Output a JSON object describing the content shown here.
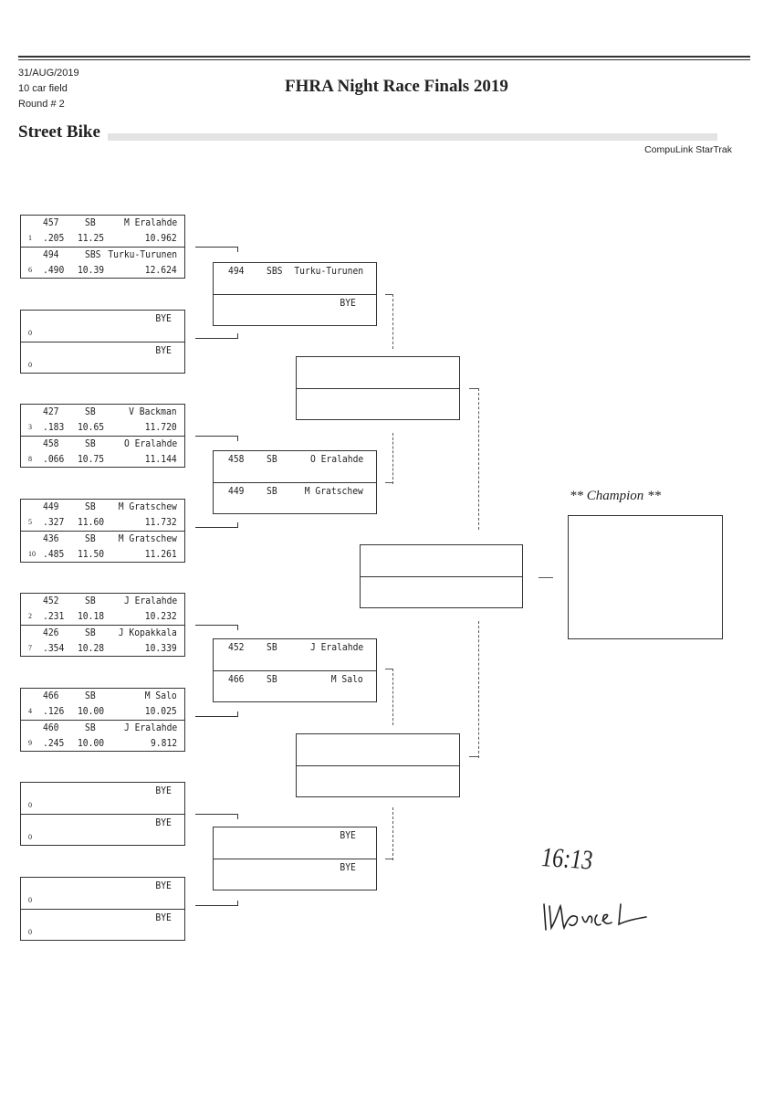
{
  "header": {
    "date": "31/AUG/2019",
    "field": "10 car field",
    "round": "Round # 2",
    "title": "FHRA Night Race Finals 2019",
    "class_name": "Street Bike",
    "software": "CompuLink StarTrak"
  },
  "round1": [
    {
      "top": {
        "number": "457",
        "cls": "SB",
        "name": "M Eralahde",
        "seed": "1",
        "rt": ".205",
        "dial": "11.25",
        "et": "10.962"
      },
      "bottom": {
        "number": "494",
        "cls": "SBS",
        "name": "Turku-Turunen",
        "seed": "6",
        "rt": ".490",
        "dial": "10.39",
        "et": "12.624"
      }
    },
    {
      "top": {
        "name": "BYE",
        "seed": "0"
      },
      "bottom": {
        "name": "BYE",
        "seed": "0"
      }
    },
    {
      "top": {
        "number": "427",
        "cls": "SB",
        "name": "V Backman",
        "seed": "3",
        "rt": ".183",
        "dial": "10.65",
        "et": "11.720"
      },
      "bottom": {
        "number": "458",
        "cls": "SB",
        "name": "O Eralahde",
        "seed": "8",
        "rt": ".066",
        "dial": "10.75",
        "et": "11.144"
      }
    },
    {
      "top": {
        "number": "449",
        "cls": "SB",
        "name": "M Gratschew",
        "seed": "5",
        "rt": ".327",
        "dial": "11.60",
        "et": "11.732"
      },
      "bottom": {
        "number": "436",
        "cls": "SB",
        "name": "M Gratschew",
        "seed": "10",
        "rt": ".485",
        "dial": "11.50",
        "et": "11.261"
      }
    },
    {
      "top": {
        "number": "452",
        "cls": "SB",
        "name": "J Eralahde",
        "seed": "2",
        "rt": ".231",
        "dial": "10.18",
        "et": "10.232"
      },
      "bottom": {
        "number": "426",
        "cls": "SB",
        "name": "J Kopakkala",
        "seed": "7",
        "rt": ".354",
        "dial": "10.28",
        "et": "10.339"
      }
    },
    {
      "top": {
        "number": "466",
        "cls": "SB",
        "name": "M Salo",
        "seed": "4",
        "rt": ".126",
        "dial": "10.00",
        "et": "10.025"
      },
      "bottom": {
        "number": "460",
        "cls": "SB",
        "name": "J Eralahde",
        "seed": "9",
        "rt": ".245",
        "dial": "10.00",
        "et": "9.812"
      }
    },
    {
      "top": {
        "name": "BYE",
        "seed": "0"
      },
      "bottom": {
        "name": "BYE",
        "seed": "0"
      }
    },
    {
      "top": {
        "name": "BYE",
        "seed": "0"
      },
      "bottom": {
        "name": "BYE",
        "seed": "0"
      }
    }
  ],
  "round2": [
    {
      "top": {
        "number": "494",
        "cls": "SBS",
        "name": "Turku-Turunen"
      },
      "bottom": {
        "name": "BYE"
      }
    },
    {
      "top": {
        "number": "458",
        "cls": "SB",
        "name": "O Eralahde"
      },
      "bottom": {
        "number": "449",
        "cls": "SB",
        "name": "M Gratschew"
      }
    },
    {
      "top": {
        "number": "452",
        "cls": "SB",
        "name": "J Eralahde"
      },
      "bottom": {
        "number": "466",
        "cls": "SB",
        "name": "M Salo"
      }
    },
    {
      "top": {
        "name": "BYE"
      },
      "bottom": {
        "name": "BYE"
      }
    }
  ],
  "champion_label": "** Champion **",
  "handwritten": {
    "time": "16:13",
    "signature": "Monica"
  }
}
